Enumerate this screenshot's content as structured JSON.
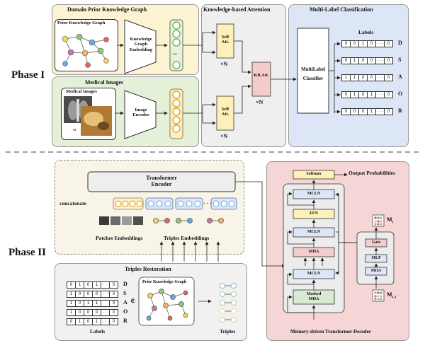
{
  "phase1": {
    "label": "Phase I",
    "prior_graph_panel": {
      "title": "Domain Prior Knowledge Graph",
      "inner_title": "Prior Knowledge Graph",
      "encoder": "Knowledge Graph Embedding",
      "dots": "..."
    },
    "medical_panel": {
      "title": "Medical Images",
      "inner_title": "Medical Images",
      "or_text": "or",
      "encoder": "Image Encoder"
    },
    "attention_panel": {
      "title": "Knowledge-based Attention",
      "self_att_top": "Self Att.",
      "self_att_bottom": "Self Att.",
      "kb_att": "KB Att.",
      "times_n_top": "×N",
      "times_n_bottom": "×N",
      "times_n_kb": "×N"
    },
    "classification_panel": {
      "title": "Multi-Label Classification",
      "classifier": "MultiLabel Classifier",
      "labels_header": "Labels",
      "rows": [
        {
          "cells": [
            "0",
            "0",
            "1",
            "0",
            "· · ·",
            "0"
          ],
          "label": "D"
        },
        {
          "cells": [
            "0",
            "1",
            "0",
            "0",
            "· · ·",
            "0"
          ],
          "label": "S"
        },
        {
          "cells": [
            "1",
            "1",
            "0",
            "0",
            "· · ·",
            "0"
          ],
          "label": "A"
        },
        {
          "cells": [
            "0",
            "1",
            "0",
            "1",
            "· · ·",
            "0"
          ],
          "label": "O"
        },
        {
          "cells": [
            "0",
            "0",
            "0",
            "1",
            "· · ·",
            "0"
          ],
          "label": "R"
        }
      ]
    }
  },
  "phase2": {
    "label": "Phase II",
    "encoder_panel": {
      "transformer": "Transformer Encoder",
      "concatenate": "concatenate",
      "patches": "Patches Embeddings",
      "triples": "Triples Embeddings",
      "dots": "· · ·"
    },
    "restoration_panel": {
      "title": "Triples Restoration",
      "graph_title": "Prior Knowledge Graph",
      "element_of": "∈",
      "labels_caption": "Labels",
      "triples_caption": "Triples",
      "rows": [
        {
          "cells": [
            "0",
            "1",
            "0",
            "1",
            "· · ·",
            "0"
          ],
          "label": "D"
        },
        {
          "cells": [
            "1",
            "0",
            "0",
            "0",
            "· · ·",
            "0"
          ],
          "label": "S"
        },
        {
          "cells": [
            "1",
            "0",
            "1",
            "1",
            "· · ·",
            "0"
          ],
          "label": "A"
        },
        {
          "cells": [
            "1",
            "0",
            "0",
            "0",
            "· · ·",
            "0"
          ],
          "label": "O"
        },
        {
          "cells": [
            "0",
            "1",
            "0",
            "1",
            "· · ·",
            "0"
          ],
          "label": "R"
        }
      ]
    },
    "decoder_panel": {
      "title": "Memory-driven Transformer Decoder",
      "softmax": "Softmax",
      "output": "Output Probabilities",
      "mcln_top": "MCLN",
      "ffn": "FFN",
      "mcln_mid": "MCLN",
      "mha": "MHA",
      "mcln_low": "MCLN",
      "masked_mha": "Masked MHA",
      "gate": "Gate",
      "mlp": "MLP",
      "mha_memory": "MHA",
      "mt": "M",
      "mt_sub": "t",
      "mt1": "M",
      "mt1_sub": "t-1"
    }
  }
}
